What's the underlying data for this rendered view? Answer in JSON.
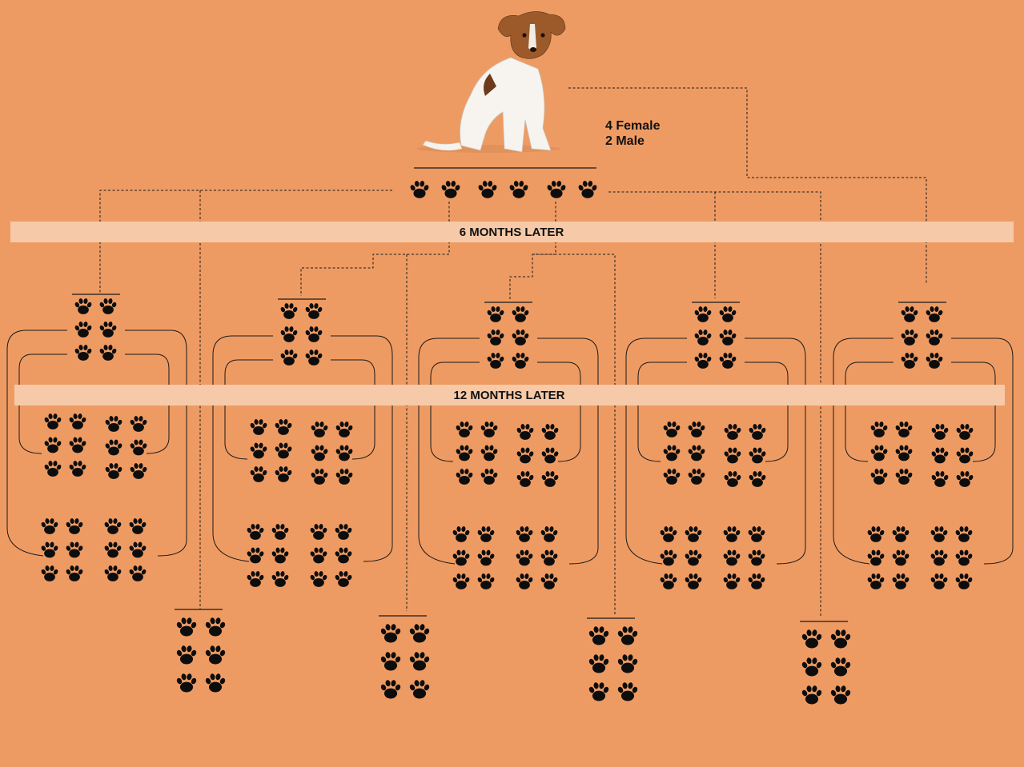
{
  "colors": {
    "background": "#ee9b63",
    "band": "#f6caa8",
    "paw": "#0d0d0d",
    "line": "#1a1a1a"
  },
  "photo": {
    "subject": "jack-russell-terrier-dog"
  },
  "litter": {
    "female": "4 Female",
    "male": "2 Male"
  },
  "bands": {
    "six_months": "6 MONTHS LATER",
    "twelve_months": "12 MONTHS LATER"
  },
  "counts": {
    "initial_litter": 6,
    "female_litters": 4,
    "puppies_per_female_litter": 6,
    "male_offspring_groups": 4,
    "puppies_per_male_group": 6,
    "twelve_month_groups_per_litter": 4,
    "puppies_per_twelve_month_group": 6
  },
  "icons": {
    "paw": "paw-print-icon"
  }
}
